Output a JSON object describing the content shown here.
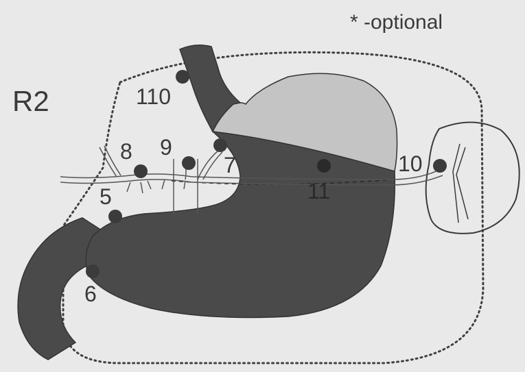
{
  "legend": {
    "optional": "* -optional"
  },
  "region_label": "R2",
  "node_labels": {
    "n110": "110",
    "n8": "8",
    "n9": "9",
    "n7": "7",
    "n5": "5",
    "n6": "6",
    "n11": "11",
    "n10": "10"
  },
  "colors": {
    "background": "#e9e9e9",
    "stomach_dark": "#4a4a4a",
    "stomach_light": "#c4c4c4",
    "node_fill": "#3b3b3b",
    "line": "#555555",
    "dotted_boundary": "#404040"
  }
}
